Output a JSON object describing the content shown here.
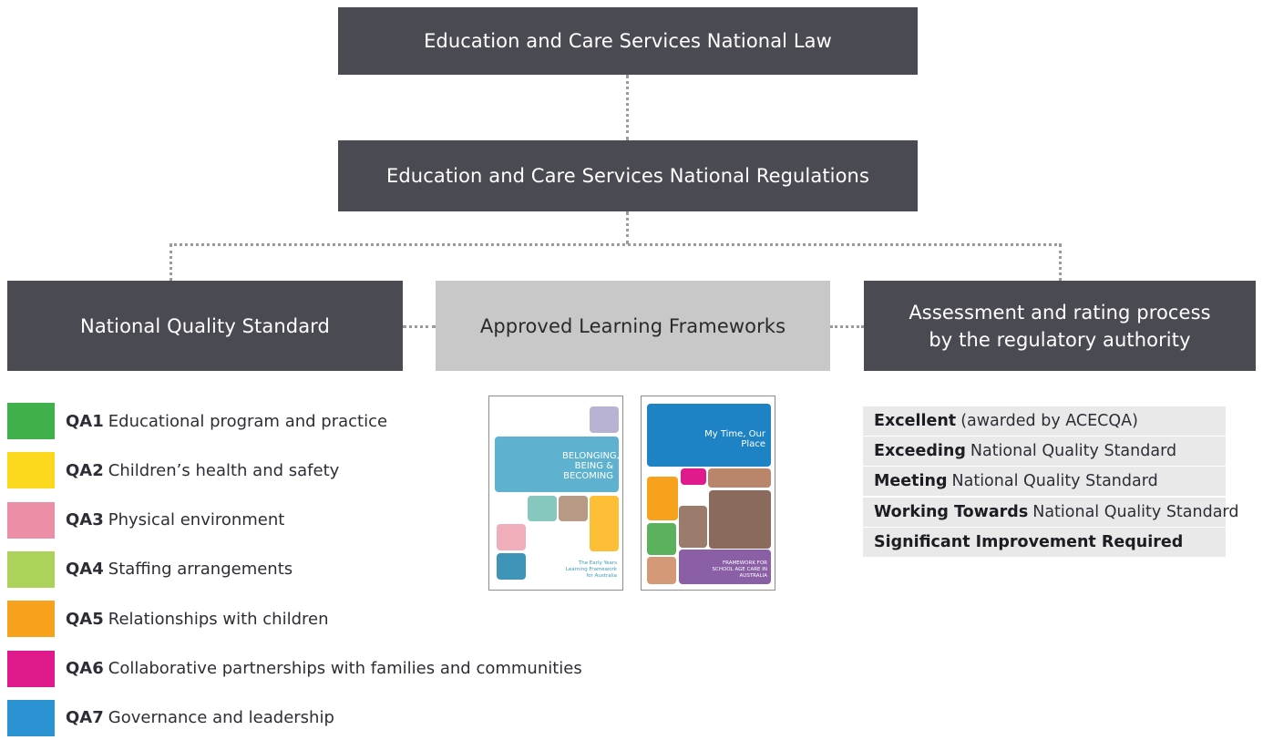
{
  "diagram": {
    "law": "Education and Care Services National Law",
    "regulations": "Education and Care Services National Regulations",
    "nqs": "National Quality Standard",
    "frameworks": "Approved Learning Frameworks",
    "assessment_line1": "Assessment and rating process",
    "assessment_line2": "by the regulatory authority"
  },
  "quality_areas": [
    {
      "code": "QA1",
      "label": "Educational program and practice",
      "color": "#3fb04c"
    },
    {
      "code": "QA2",
      "label": "Children’s health and safety",
      "color": "#fcd81c"
    },
    {
      "code": "QA3",
      "label": "Physical environment",
      "color": "#ec8fa6"
    },
    {
      "code": "QA4",
      "label": "Staffing arrangements",
      "color": "#acd25c"
    },
    {
      "code": "QA5",
      "label": "Relationships with children",
      "color": "#f7a21d"
    },
    {
      "code": "QA6",
      "label": "Collaborative partnerships with families and communities",
      "color": "#e0198c"
    },
    {
      "code": "QA7",
      "label": "Governance and leadership",
      "color": "#2b93d2"
    }
  ],
  "ratings": [
    {
      "strong": "Excellent",
      "rest": "(awarded by ACECQA)"
    },
    {
      "strong": "Exceeding",
      "rest": "National Quality Standard"
    },
    {
      "strong": "Meeting",
      "rest": "National Quality Standard"
    },
    {
      "strong": "Working Towards",
      "rest": "National Quality Standard"
    },
    {
      "strong": "Significant Improvement Required",
      "rest": ""
    }
  ],
  "covers": {
    "eylf_title": "BELONGING, BEING & BECOMING",
    "eylf_subtitle": "The Early Years Learning Framework for Australia",
    "mtop_title": "My Time, Our Place",
    "mtop_subtitle": "FRAMEWORK FOR SCHOOL AGE CARE IN AUSTRALIA"
  },
  "colors": {
    "dark_box": "#4a4a52",
    "light_box": "#c8c8c8",
    "rating_row": "#e9e9ea"
  }
}
